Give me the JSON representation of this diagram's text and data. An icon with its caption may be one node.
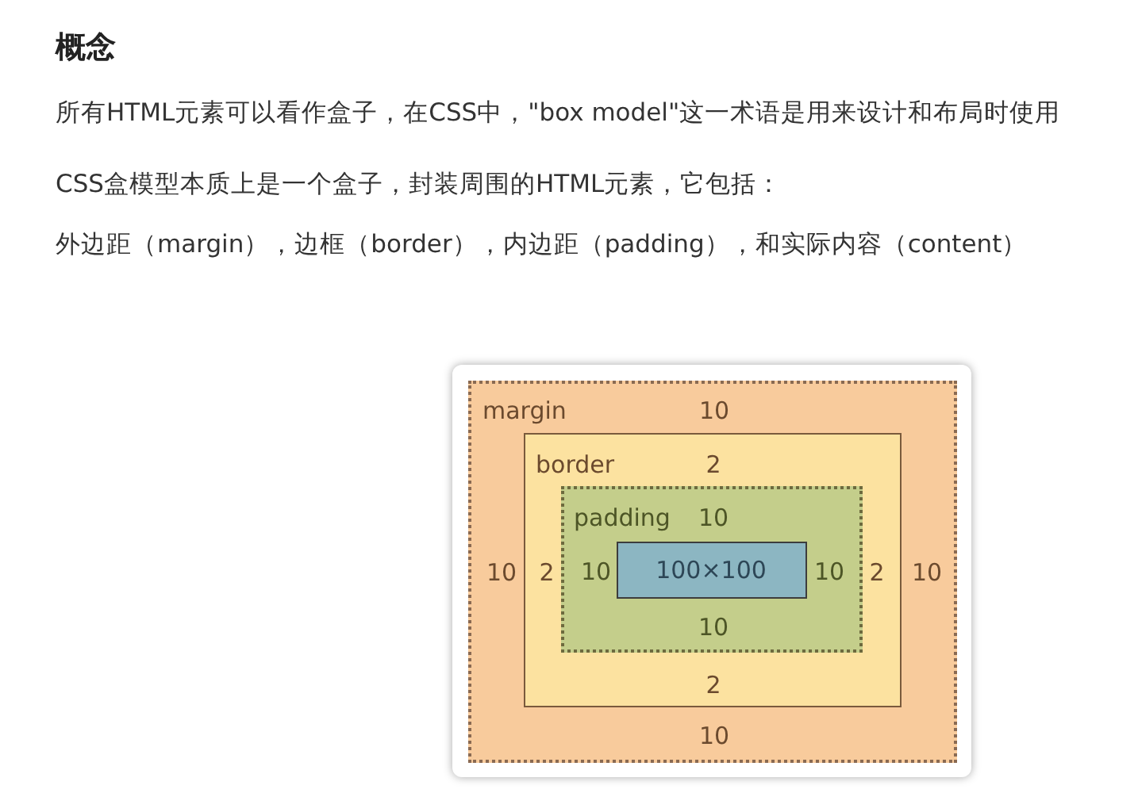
{
  "diagram": {
    "title": "概念",
    "nodes": [
      {
        "text": [
          "margin",
          "10",
          "10",
          "10",
          "10"
        ]
      },
      {
        "text": [
          "border",
          "2",
          "2",
          "2",
          "2"
        ],
        "in": 0
      },
      {
        "text": [
          "padding",
          "10",
          "10",
          "10",
          "10"
        ],
        "in": 1
      },
      {
        "text": [
          "100×100"
        ],
        "in": 2
      }
    ],
    "labels": [
      "所有HTML元素可以看作盒子，在CSS中，\"box model\"这一术语是用来设计和布局时使用",
      "CSS盒模型本质上是一个盒子，封装周围的HTML元素，它包括：",
      "外边距（margin），边框（border），内边距（padding），和实际内容（content）"
    ]
  }
}
